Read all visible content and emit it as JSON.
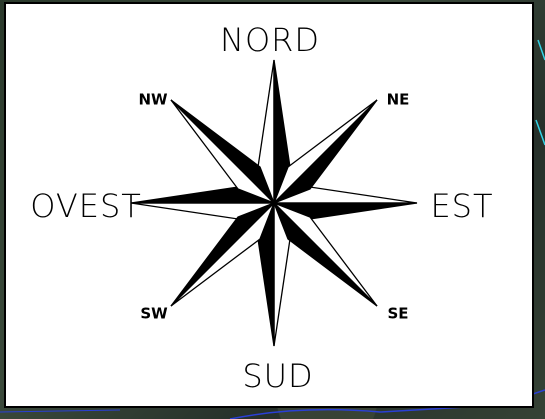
{
  "compass": {
    "labels": {
      "north": "NORD",
      "south": "SUD",
      "east": "EST",
      "west": "OVEST",
      "northeast": "NE",
      "northwest": "NW",
      "southeast": "SE",
      "southwest": "SW"
    }
  },
  "colors": {
    "panel_background": "#ffffff",
    "ink": "#000000",
    "map_line_cyan": "#32d3e6",
    "map_line_blue": "#2a3fd6"
  }
}
